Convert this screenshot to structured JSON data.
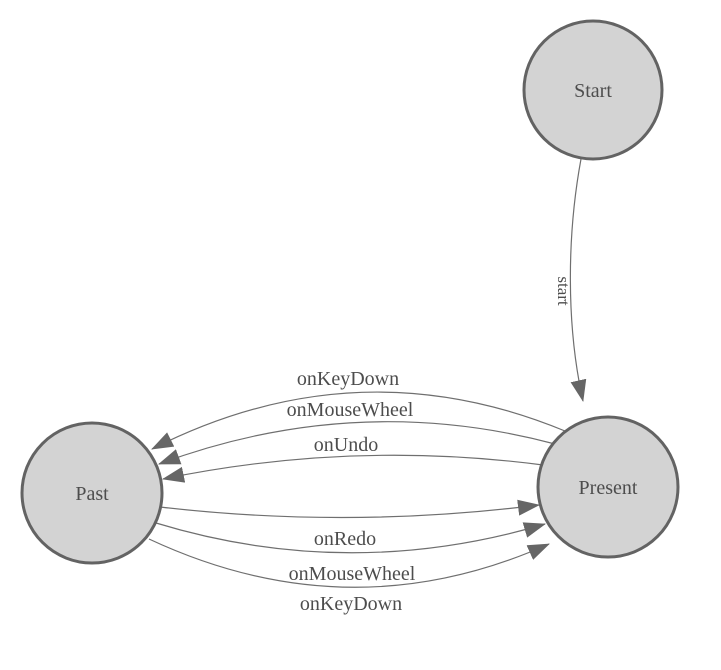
{
  "diagram": {
    "title": "finite-state-machine",
    "colors": {
      "background": "#ffffff",
      "node_fill": "#d3d3d3",
      "node_stroke": "#636363",
      "edge_stroke": "#6f6f6f",
      "arrowhead": "#666666",
      "label_text": "#4d4d4d"
    },
    "nodes": [
      {
        "id": "start",
        "label": "Start"
      },
      {
        "id": "present",
        "label": "Present"
      },
      {
        "id": "past",
        "label": "Past"
      }
    ],
    "edges": [
      {
        "from": "Start",
        "to": "Present",
        "label": "start"
      },
      {
        "from": "Present",
        "to": "Past",
        "label": "onKeyDown"
      },
      {
        "from": "Present",
        "to": "Past",
        "label": "onMouseWheel"
      },
      {
        "from": "Present",
        "to": "Past",
        "label": "onUndo"
      },
      {
        "from": "Past",
        "to": "Present",
        "label": "onRedo"
      },
      {
        "from": "Past",
        "to": "Present",
        "label": "onMouseWheel"
      },
      {
        "from": "Past",
        "to": "Present",
        "label": "onKeyDown"
      }
    ]
  }
}
